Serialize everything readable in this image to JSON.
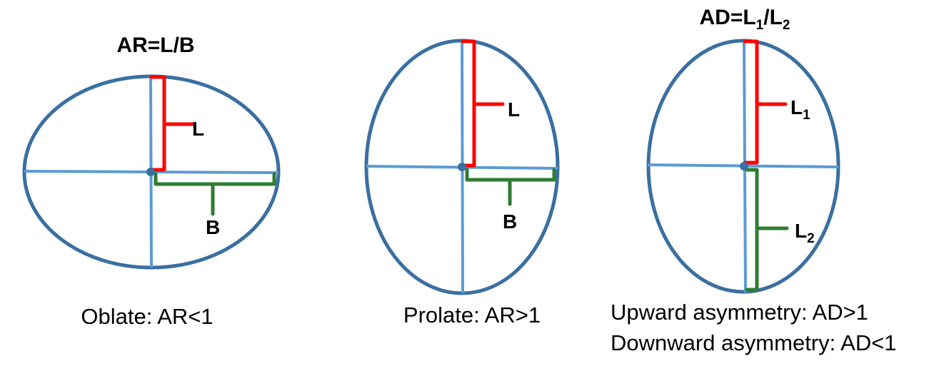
{
  "colors": {
    "outline": "#3a6fa0",
    "axis": "#5b9bd5",
    "length_bracket": "#ff0000",
    "width_bracket": "#2e7d32",
    "text": "#000000"
  },
  "panels": [
    {
      "shape": "oblate",
      "formula": {
        "main": "AR=L/B"
      },
      "vertical_label": {
        "main": "L"
      },
      "horizontal_label": {
        "main": "B"
      },
      "caption_lines": [
        "Oblate: AR<1"
      ]
    },
    {
      "shape": "prolate",
      "vertical_label": {
        "main": "L"
      },
      "horizontal_label": {
        "main": "B"
      },
      "caption_lines": [
        "Prolate: AR>1"
      ]
    },
    {
      "shape": "asymmetric",
      "formula": {
        "a": "AD=L",
        "a_sub": "1",
        "b": "/L",
        "b_sub": "2"
      },
      "upper_label": {
        "main": "L",
        "sub": "1"
      },
      "lower_label": {
        "main": "L",
        "sub": "2"
      },
      "caption_lines": [
        "Upward asymmetry: AD>1",
        "Downward asymmetry: AD<1"
      ]
    }
  ]
}
